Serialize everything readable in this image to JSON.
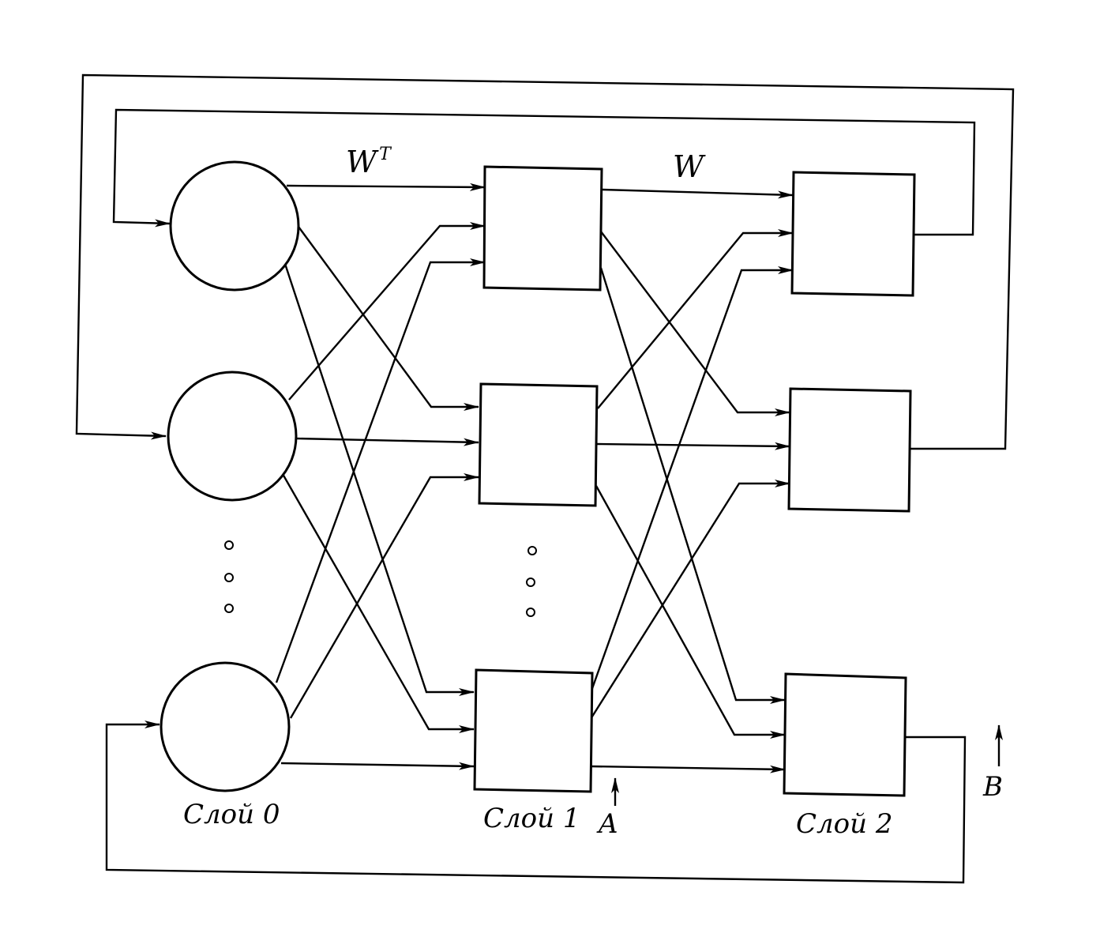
{
  "layers": [
    {
      "id": "layer0",
      "label": "Слой 0"
    },
    {
      "id": "layer1",
      "label": "Слой 1"
    },
    {
      "id": "layer2",
      "label": "Слой 2"
    }
  ],
  "weights": {
    "forward_base": "W",
    "forward_sup": "T",
    "backward": "W"
  },
  "points": {
    "a": "A",
    "b": "B"
  }
}
